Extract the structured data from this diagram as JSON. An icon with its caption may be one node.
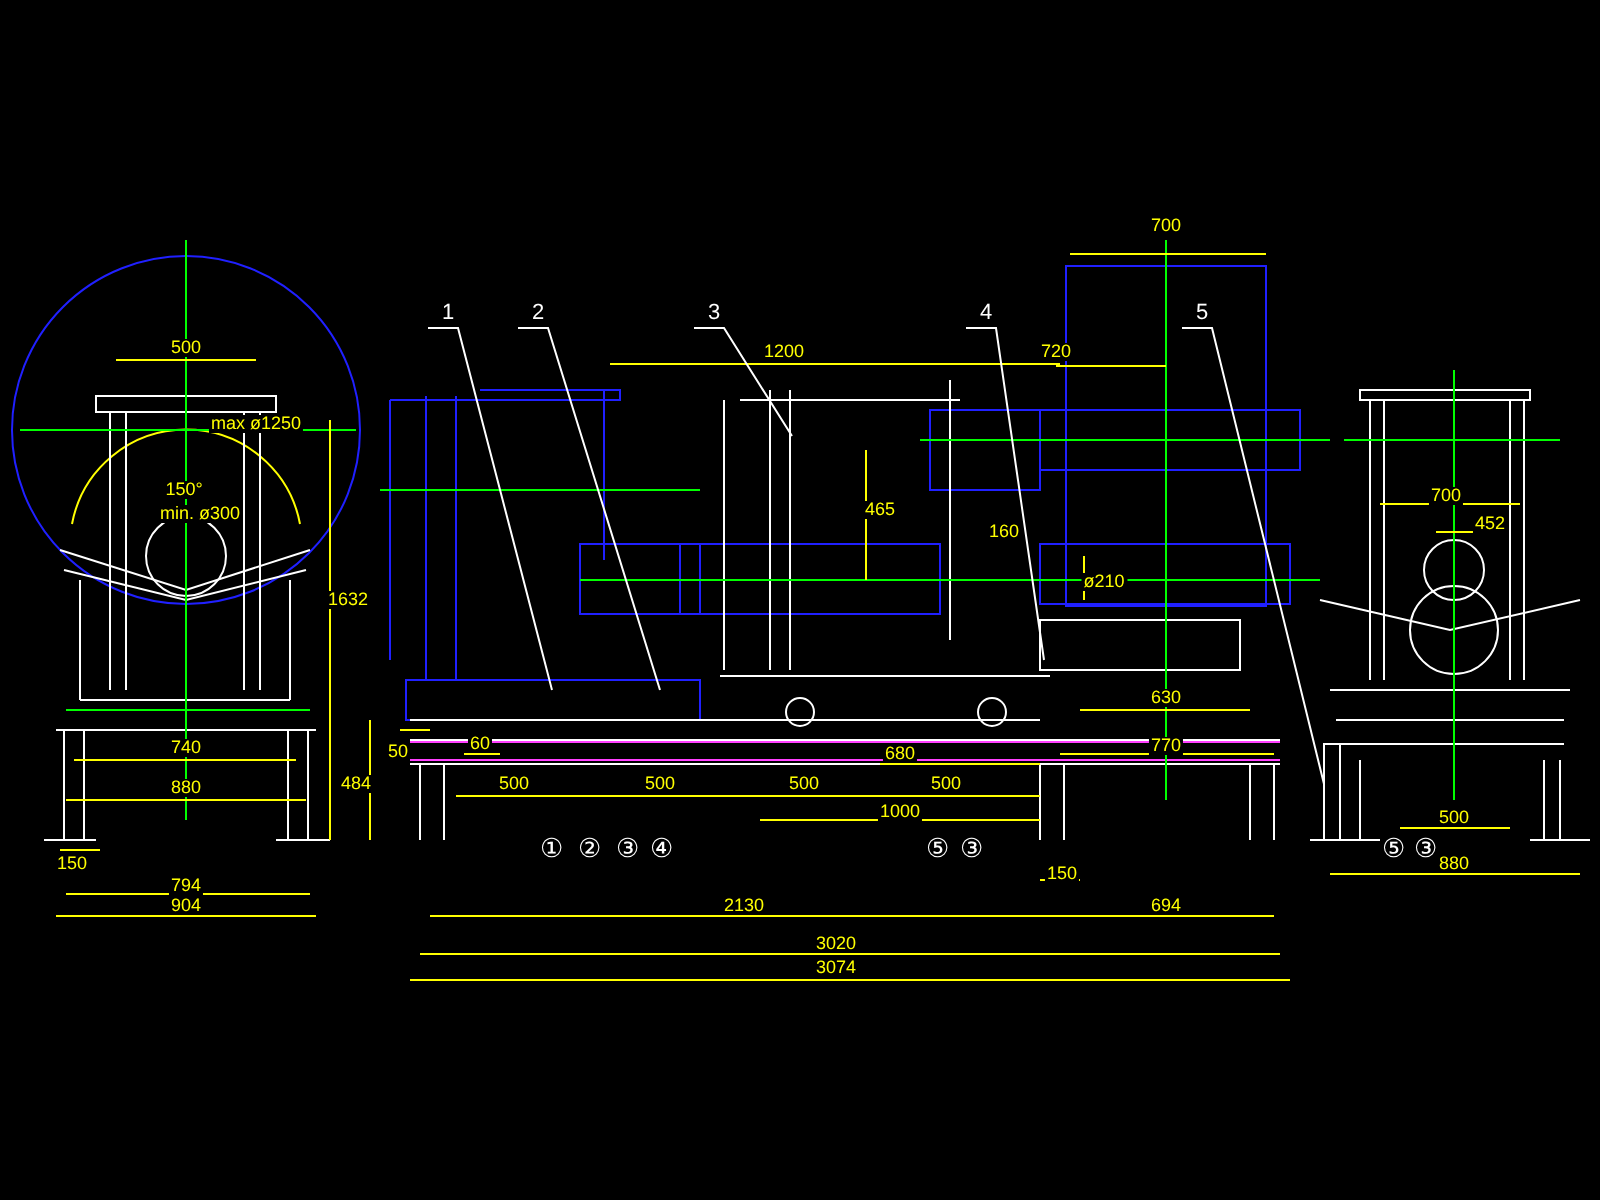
{
  "diagram": {
    "nodes": [
      {
        "text": [
          "1"
        ]
      },
      {
        "text": [
          "2"
        ]
      },
      {
        "text": [
          "3"
        ]
      },
      {
        "text": [
          "4"
        ]
      },
      {
        "text": [
          "5"
        ]
      },
      {
        "text": [],
        "shape": "bar"
      }
    ],
    "edges": [
      {
        "from": 0,
        "to": null,
        "arrow": "none"
      },
      {
        "from": 1,
        "to": null,
        "arrow": "none"
      },
      {
        "from": 2,
        "to": null,
        "arrow": "none"
      },
      {
        "from": 3,
        "to": null,
        "arrow": "none"
      },
      {
        "from": 4,
        "to": 5,
        "arrow": "none"
      }
    ],
    "labels": [
      "500",
      "max ø1250",
      "150°",
      "min. ø300",
      "1632",
      "740",
      "880",
      "150",
      "794",
      "904",
      "1200",
      "465",
      "160",
      "ø210",
      "720",
      "700",
      "50",
      "484",
      "60",
      "500",
      "500",
      "500",
      "500",
      "680",
      "1000",
      "630",
      "770",
      "150",
      "2130",
      "694",
      "3020",
      "3074",
      "700",
      "452",
      "500",
      "880",
      "①",
      "②",
      "③",
      "④",
      "⑤",
      "③",
      "⑤",
      "③"
    ]
  }
}
